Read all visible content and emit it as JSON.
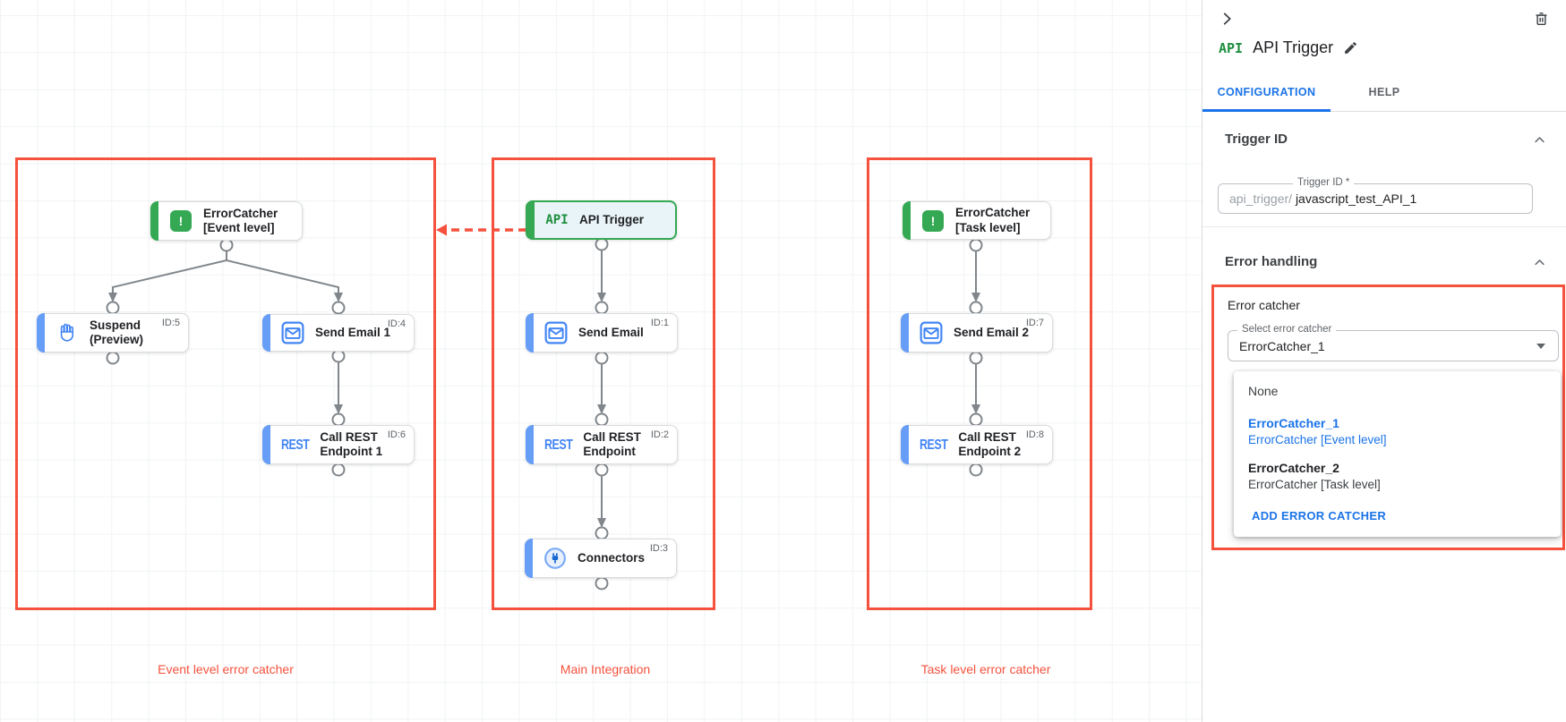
{
  "colors": {
    "accent_red": "#f5513d",
    "green": "#34a853",
    "blue_link": "#1a73e8",
    "node_bar_blue": "#669df6",
    "dot_red": "#ea4335",
    "edge_gray": "#80868b"
  },
  "icons": {
    "rest_logo": "REST",
    "api_logo": "API",
    "error_glyph": "!"
  },
  "canvas": {
    "groups": [
      {
        "label": "Event level error catcher"
      },
      {
        "label": "Main Integration"
      },
      {
        "label": "Task level error catcher"
      }
    ],
    "nodes": [
      {
        "line1": "ErrorCatcher",
        "line2": "[Event level]",
        "badge": "",
        "icon": "error-catcher-icon"
      },
      {
        "line1": "Suspend",
        "line2": "(Preview)",
        "badge": "ID:5",
        "icon": "hand-icon"
      },
      {
        "line1": "Send Email 1",
        "line2": "",
        "badge": "ID:4",
        "icon": "mail-icon"
      },
      {
        "line1": "Call REST",
        "line2": "Endpoint 1",
        "badge": "ID:6",
        "icon": "rest-icon"
      },
      {
        "line1": "API Trigger",
        "line2": "",
        "badge": "",
        "icon": "api-icon"
      },
      {
        "line1": "Send Email",
        "line2": "",
        "badge": "ID:1",
        "icon": "mail-icon"
      },
      {
        "line1": "Call REST",
        "line2": "Endpoint",
        "badge": "ID:2",
        "icon": "rest-icon"
      },
      {
        "line1": "Connectors",
        "line2": "",
        "badge": "ID:3",
        "icon": "connectors-icon"
      },
      {
        "line1": "ErrorCatcher",
        "line2": "[Task level]",
        "badge": "",
        "icon": "error-catcher-icon"
      },
      {
        "line1": "Send Email 2",
        "line2": "",
        "badge": "ID:7",
        "icon": "mail-icon"
      },
      {
        "line1": "Call REST",
        "line2": "Endpoint 2",
        "badge": "ID:8",
        "icon": "rest-icon"
      }
    ]
  },
  "panel": {
    "logo": "API",
    "title": "API Trigger",
    "tabs": [
      {
        "label": "CONFIGURATION"
      },
      {
        "label": "HELP"
      }
    ],
    "sections": {
      "trigger_id": "Trigger ID",
      "error_handling": "Error handling"
    },
    "trigger_input": {
      "label": "Trigger ID *",
      "prefix": "api_trigger/",
      "value": "javascript_test_API_1"
    },
    "error_catcher": {
      "label": "Error catcher",
      "select_label": "Select error catcher",
      "select_value": "ErrorCatcher_1",
      "menu": {
        "none_label": "None",
        "options": [
          {
            "name": "ErrorCatcher_1",
            "desc": "ErrorCatcher [Event level]"
          },
          {
            "name": "ErrorCatcher_2",
            "desc": "ErrorCatcher [Task level]"
          }
        ],
        "add_label": "ADD ERROR CATCHER"
      }
    }
  }
}
